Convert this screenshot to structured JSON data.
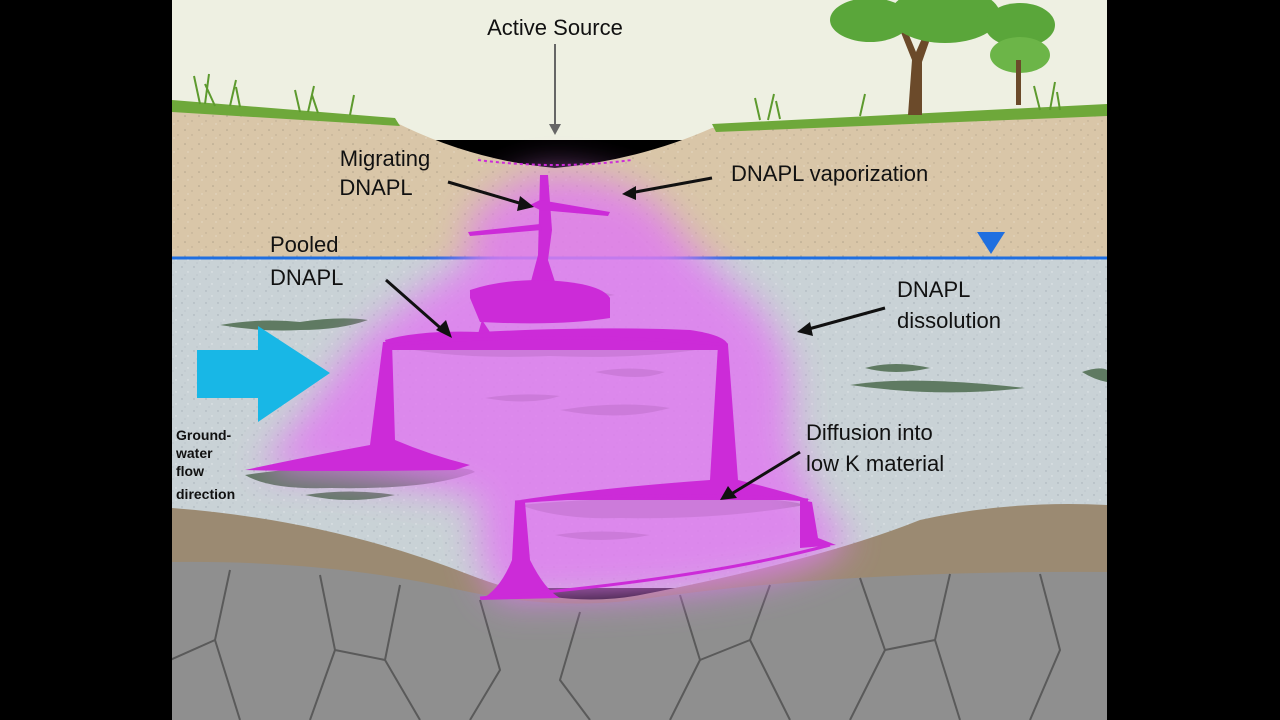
{
  "colors": {
    "sky": "#eef0e2",
    "vadose_soil": "#d9c6a8",
    "aquifer": "#c9d2d6",
    "water_table": "#1f6fe0",
    "clay_lens": "#5f7a62",
    "dnapl": "#cc2bd8",
    "dnapl_halo": "#e07bf0",
    "bedrock": "#8f8f8f",
    "aquitard": "#9b8a72",
    "flow_arrow": "#18b7e6",
    "grass": "#6ea83a",
    "tree_foliage": "#5aa63a",
    "tree_trunk": "#6b4a2a"
  },
  "labels": {
    "active_source": "Active Source",
    "migrating_dnapl_line1": "Migrating",
    "migrating_dnapl_line2": "DNAPL",
    "vaporization": "DNAPL vaporization",
    "pooled_line1": "Pooled",
    "pooled_line2": "DNAPL",
    "dissolution_line1": "DNAPL",
    "dissolution_line2": "dissolution",
    "diffusion_line1": "Diffusion into",
    "diffusion_line2": "low K material",
    "flow_line1": "Ground-",
    "flow_line2": "water",
    "flow_line3": "flow",
    "flow_line4": "direction"
  },
  "icons": {
    "water_table_marker": "inverted-triangle-icon",
    "flow_arrow": "right-arrow-icon",
    "tree": "tree-icon"
  }
}
